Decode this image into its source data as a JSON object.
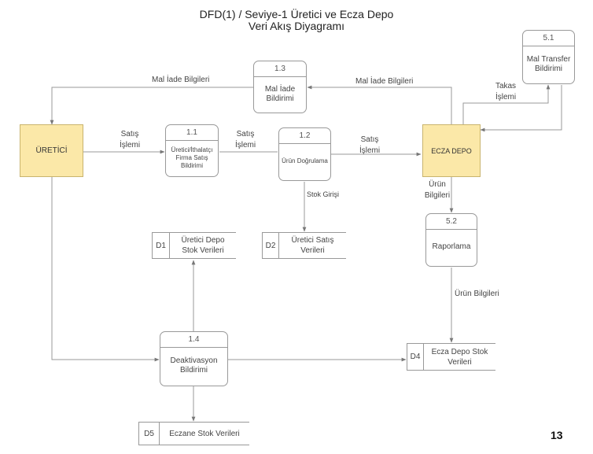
{
  "title_line1": "DFD(1) / Seviye-1 Üretici ve Ecza Depo",
  "title_line2": "Veri Akış Diyagramı",
  "page_number": "13",
  "entities": {
    "producer": "ÜRETİCİ",
    "pharmacy_depot": "ECZA DEPO"
  },
  "processes": {
    "p1_1": {
      "id": "1.1",
      "name": "Üretici/İthalatçı Firma Satış Bildirimi"
    },
    "p1_2": {
      "id": "1.2",
      "name": "Ürün Doğrulama"
    },
    "p1_3": {
      "id": "1.3",
      "name": "Mal İade Bildirimi"
    },
    "p1_4": {
      "id": "1.4",
      "name": "Deaktivasyon Bildirimi"
    },
    "p5_1": {
      "id": "5.1",
      "name": "Mal Transfer Bildirimi"
    },
    "p5_2": {
      "id": "5.2",
      "name": "Raporlama"
    }
  },
  "stores": {
    "d1": {
      "id": "D1",
      "name": "Üretici Depo Stok Verileri"
    },
    "d2": {
      "id": "D2",
      "name": "Üretici Satış Verileri"
    },
    "d4": {
      "id": "D4",
      "name": "Ecza Depo Stok Verileri"
    },
    "d5": {
      "id": "D5",
      "name": "Eczane Stok Verileri"
    }
  },
  "flows": {
    "mal_iade_left": "Mal İade Bilgileri",
    "mal_iade_right": "Mal İade Bilgileri",
    "satis_1": "Satış İşlemi",
    "satis_2": "Satış İşlemi",
    "satis_3": "Satış İşlemi",
    "stok_girisi": "Stok Girişi",
    "takas": "Takas İşlemi",
    "urun_bilgileri_1": "Ürün Bilgileri",
    "urun_bilgileri_2": "Ürün Bilgileri"
  }
}
